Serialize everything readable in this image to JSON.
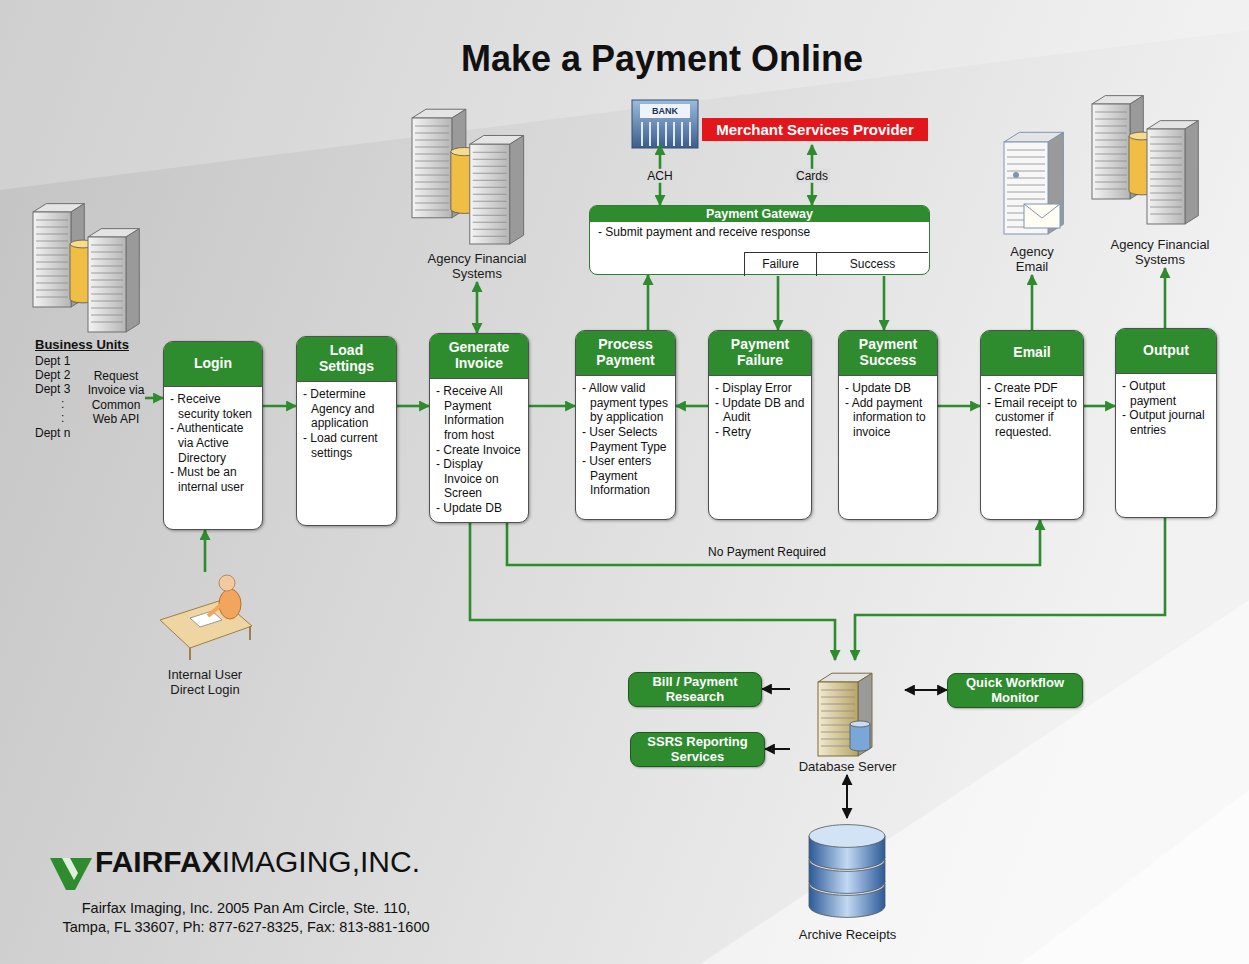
{
  "diagram": {
    "title": "Make a Payment Online",
    "nodes": [
      {
        "text": [
          "Merchant Services Provider"
        ]
      },
      {
        "text": [
          "Payment Gateway",
          "- Submit payment and receive response"
        ]
      },
      {
        "text": [
          "Failure"
        ],
        "in": 1
      },
      {
        "text": [
          "Success"
        ],
        "in": 1
      },
      {
        "text": [
          "Agency Financial Systems"
        ]
      },
      {
        "text": [
          "Agency Email"
        ]
      },
      {
        "text": [
          "Agency Financial Systems"
        ]
      },
      {
        "text": [
          "Business Units",
          "Dept 1",
          "Dept 2",
          "Dept 3",
          ":",
          ":",
          "Dept n"
        ]
      },
      {
        "text": [
          "Login",
          "- Receive security token",
          "- Authenticate via Active Directory",
          "- Must be an internal user"
        ]
      },
      {
        "text": [
          "Load Settings",
          "- Determine Agency and application",
          "- Load current settings"
        ]
      },
      {
        "text": [
          "Generate Invoice",
          "- Receive All Payment Information from host",
          "- Create Invoice",
          "- Display Invoice on Screen",
          "- Update DB"
        ]
      },
      {
        "text": [
          "Process Payment",
          "- Allow valid payment types by application",
          "- User Selects Payment Type",
          "- User enters Payment Information"
        ]
      },
      {
        "text": [
          "Payment Failure",
          "- Display Error",
          "- Update DB and Audit",
          "- Retry"
        ]
      },
      {
        "text": [
          "Payment Success",
          "- Update DB",
          "- Add payment information to invoice"
        ]
      },
      {
        "text": [
          "Email",
          "- Create PDF",
          "- Email receipt to customer if requested."
        ]
      },
      {
        "text": [
          "Output",
          "- Output payment",
          "- Output journal entries"
        ]
      },
      {
        "text": [
          "Internal User Direct Login"
        ]
      },
      {
        "text": [
          "Bill / Payment Research"
        ]
      },
      {
        "text": [
          "Quick Workflow Monitor"
        ]
      },
      {
        "text": [
          "SSRS Reporting Services"
        ]
      },
      {
        "text": [
          "Database Server"
        ]
      },
      {
        "text": [
          "Archive Receipts"
        ]
      }
    ],
    "edges": [
      {
        "from": 1,
        "to": 0,
        "label": "ACH",
        "arrow": "both"
      },
      {
        "from": 1,
        "to": 0,
        "label": "Cards",
        "arrow": "both"
      },
      {
        "from": 7,
        "to": 8,
        "label": "Request Invoice via Common Web API",
        "arrow": "to"
      },
      {
        "from": 16,
        "to": 8,
        "arrow": "to"
      },
      {
        "from": 8,
        "to": 9,
        "arrow": "to"
      },
      {
        "from": 9,
        "to": 10,
        "arrow": "to"
      },
      {
        "from": 10,
        "to": 4,
        "arrow": "both"
      },
      {
        "from": 10,
        "to": 11,
        "arrow": "to"
      },
      {
        "from": 11,
        "to": 1,
        "arrow": "to"
      },
      {
        "from": 2,
        "to": 12,
        "arrow": "to"
      },
      {
        "from": 3,
        "to": 13,
        "arrow": "to"
      },
      {
        "from": 12,
        "to": 11,
        "arrow": "to"
      },
      {
        "from": 13,
        "to": 14,
        "arrow": "to"
      },
      {
        "from": 14,
        "to": 5,
        "arrow": "to"
      },
      {
        "from": 14,
        "to": 15,
        "arrow": "to"
      },
      {
        "from": 15,
        "to": 6,
        "arrow": "to"
      },
      {
        "from": 10,
        "to": 14,
        "label": "No Payment Required",
        "arrow": "to"
      },
      {
        "from": 10,
        "to": 20,
        "arrow": "to"
      },
      {
        "from": 15,
        "to": 20,
        "arrow": "to"
      },
      {
        "from": 20,
        "to": 17,
        "arrow": "to"
      },
      {
        "from": 20,
        "to": 19,
        "arrow": "to"
      },
      {
        "from": 20,
        "to": 18,
        "arrow": "both"
      },
      {
        "from": 20,
        "to": 21,
        "arrow": "both"
      }
    ],
    "labels": [
      "BANK",
      "FAIRFAX",
      "IMAGING,INC.",
      "Fairfax Imaging, Inc. 2005 Pan Am Circle, Ste. 110,",
      "Tampa, FL 33607, Ph: 877-627-8325, Fax: 813-881-1600"
    ]
  }
}
